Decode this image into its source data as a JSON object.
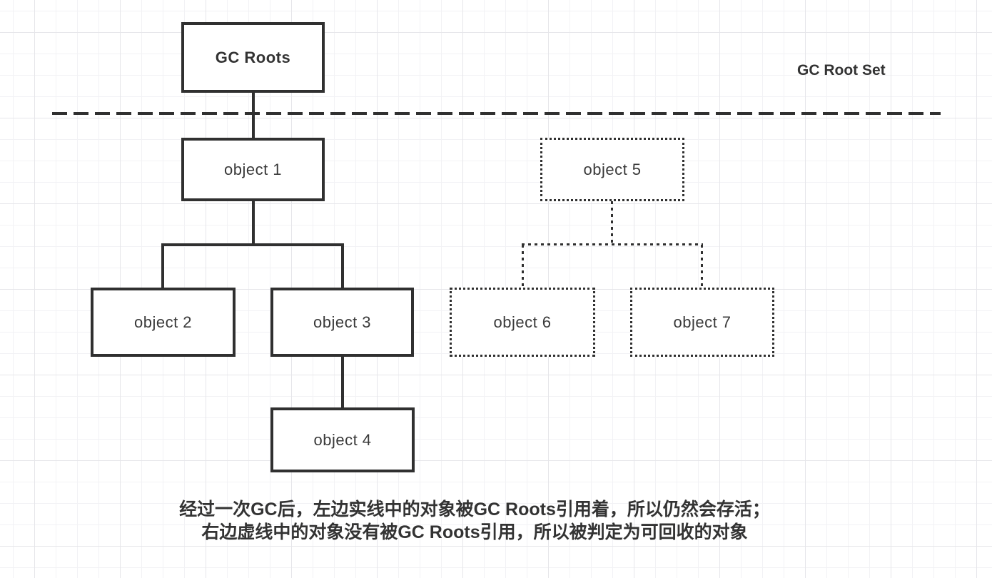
{
  "diagram": {
    "root_set_label": "GC Root Set",
    "nodes": {
      "gc_roots": {
        "label": "GC Roots",
        "style": "solid",
        "group": "root"
      },
      "object1": {
        "label": "object 1",
        "style": "solid",
        "group": "reachable"
      },
      "object2": {
        "label": "object 2",
        "style": "solid",
        "group": "reachable"
      },
      "object3": {
        "label": "object 3",
        "style": "solid",
        "group": "reachable"
      },
      "object4": {
        "label": "object 4",
        "style": "solid",
        "group": "reachable"
      },
      "object5": {
        "label": "object 5",
        "style": "dotted",
        "group": "unreachable"
      },
      "object6": {
        "label": "object 6",
        "style": "dotted",
        "group": "unreachable"
      },
      "object7": {
        "label": "object 7",
        "style": "dotted",
        "group": "unreachable"
      }
    },
    "edges": [
      {
        "from": "GC Roots",
        "to": "object 1",
        "style": "solid"
      },
      {
        "from": "object 1",
        "to": "object 2",
        "style": "solid"
      },
      {
        "from": "object 1",
        "to": "object 3",
        "style": "solid"
      },
      {
        "from": "object 3",
        "to": "object 4",
        "style": "solid"
      },
      {
        "from": "object 5",
        "to": "object 6",
        "style": "dotted"
      },
      {
        "from": "object 5",
        "to": "object 7",
        "style": "dotted"
      }
    ],
    "caption": {
      "line1": "经过一次GC后，左边实线中的对象被GC Roots引用着，所以仍然会存活；",
      "line2": "右边虚线中的对象没有被GC Roots引用，所以被判定为可回收的对象"
    },
    "colors": {
      "stroke": "#303030",
      "text": "#333333",
      "background": "#ffffff",
      "grid_minor": "#f2f2f5",
      "grid_major": "#e6e6ea"
    }
  }
}
